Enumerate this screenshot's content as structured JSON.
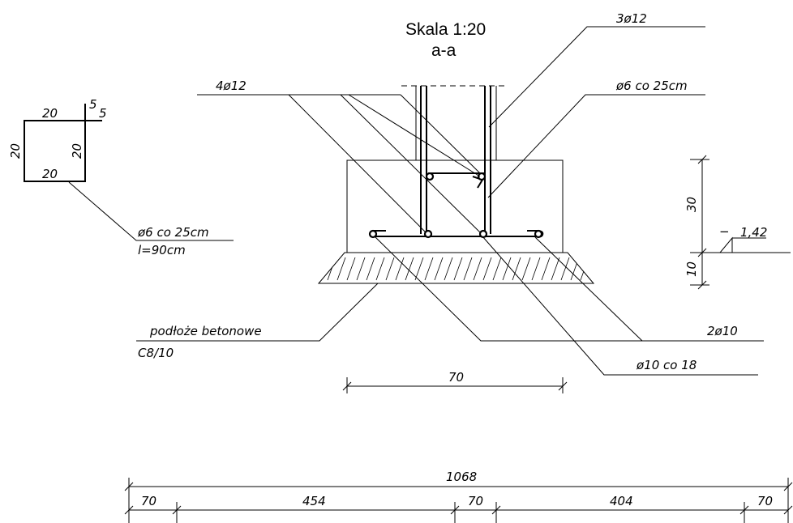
{
  "header": {
    "scale": "Skala 1:20",
    "section": "a-a"
  },
  "stirrup_detail": {
    "dim_top_left": "20",
    "dim_hook_1": "5",
    "dim_hook_2": "5",
    "dim_left": "20",
    "dim_right": "20",
    "dim_bottom": "20",
    "spec_line1": "ø6 co 25cm",
    "spec_line2": "l=90cm"
  },
  "callouts": {
    "top_left_bars": "4ø12",
    "top_right_bars": "3ø12",
    "stirrups": "ø6 co 25cm",
    "bottom_bars": "2ø10",
    "distribution_bars": "ø10 co 18",
    "base_line1": "podłoże betonowe",
    "base_line2": "C8/10"
  },
  "elevation": {
    "dim_height_main": "30",
    "dim_height_base": "10",
    "level": "1,42",
    "level_sign": "−"
  },
  "dimensions": {
    "footing_width": "70",
    "total_length": "1068",
    "segments": [
      "70",
      "454",
      "70",
      "404",
      "70"
    ]
  }
}
